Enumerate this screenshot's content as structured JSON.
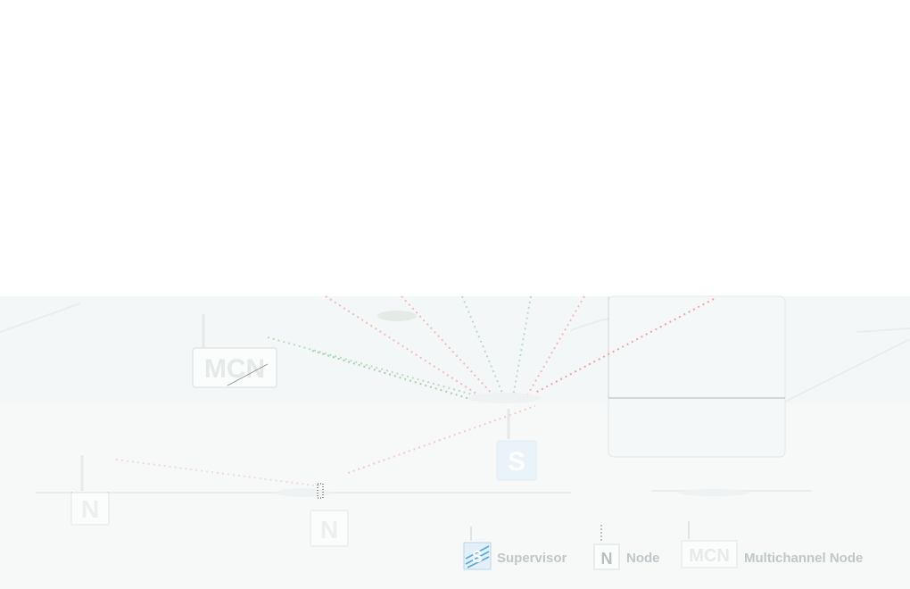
{
  "diagram": {
    "nodes": {
      "mcn": {
        "label": "MCN"
      },
      "supervisor": {
        "label": "S"
      },
      "node_left": {
        "label": "N"
      },
      "node_center": {
        "label": "N"
      }
    },
    "legend": [
      {
        "icon": "S",
        "text": "Supervisor"
      },
      {
        "icon": "N",
        "text": "Node"
      },
      {
        "icon": "MCN",
        "text": "Multichannel Node"
      }
    ]
  },
  "colors": {
    "background": "#ffffff",
    "ground": "#f6f8f8",
    "link_green": "#9fd3a8",
    "link_red": "#f2a0a0",
    "supervisor_fill": "#e8f2fa",
    "supervisor_icon": "#5aa7d8",
    "box_stroke": "#e2e6e6",
    "label_faint": "#e6eaea"
  }
}
